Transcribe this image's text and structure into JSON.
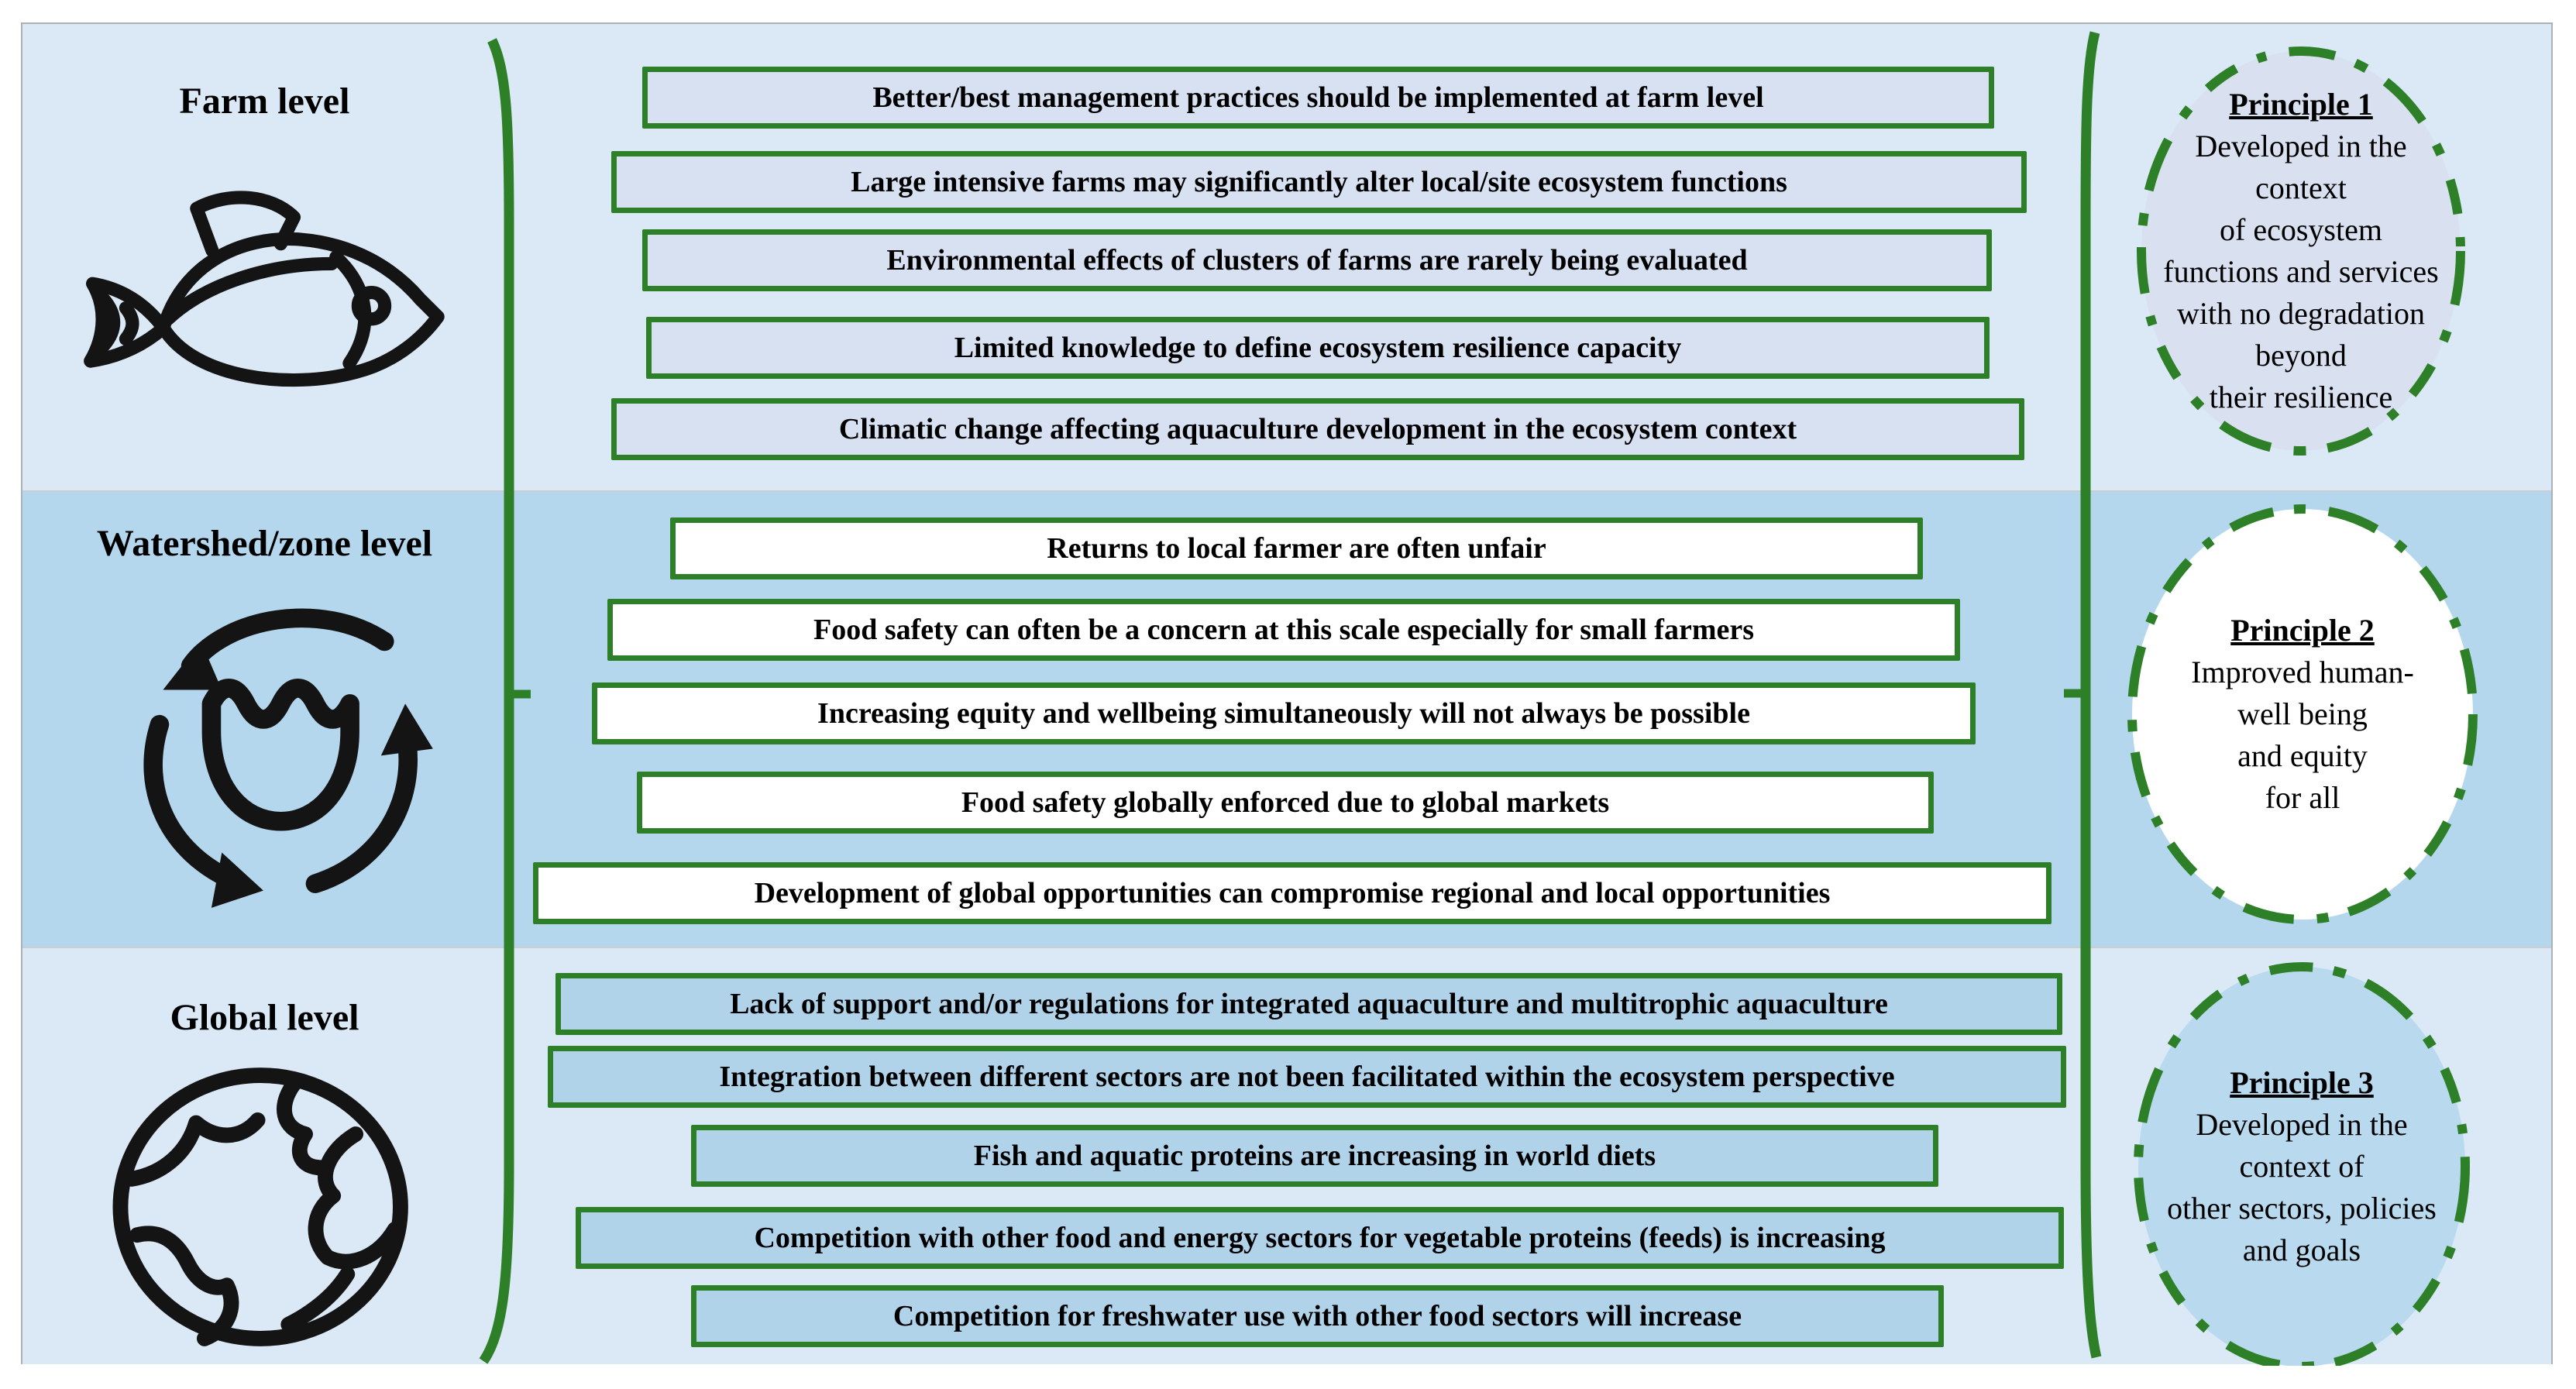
{
  "figure": {
    "type": "three-level aquaculture ecosystem diagram",
    "colors": {
      "green": "#2e8028",
      "band_light": "#dbe9f6",
      "band_medium": "#b4d7ee",
      "farm_box_fill": "#d7e1f1",
      "watershed_box_fill": "#ffffff",
      "global_box_fill": "#b1d3ea",
      "ink": "#000000"
    }
  },
  "bands": [
    {
      "label": "Farm level",
      "icon": "fish-icon",
      "boxes": [
        "Better/best management practices should be implemented at farm level",
        "Large intensive farms may significantly alter local/site ecosystem functions",
        "Environmental effects of clusters of farms are rarely being evaluated",
        "Limited knowledge to define ecosystem resilience capacity",
        "Climatic change affecting aquaculture development in the ecosystem context"
      ]
    },
    {
      "label": "Watershed/zone level",
      "icon": "water-cycle-icon",
      "boxes": [
        "Returns to local farmer are often unfair",
        "Food safety can often be a concern at this scale especially for small farmers",
        "Increasing equity and wellbeing simultaneously will not always be possible",
        "Food safety globally enforced due to global markets",
        "Development of global opportunities can compromise regional and local opportunities"
      ]
    },
    {
      "label": "Global level",
      "icon": "globe-icon",
      "boxes": [
        "Lack of support and/or regulations for integrated aquaculture and multitrophic aquaculture",
        "Integration between different sectors are not been facilitated within the ecosystem perspective",
        "Fish and aquatic proteins are increasing in world diets",
        "Competition with other food and energy sectors for vegetable proteins (feeds) is increasing",
        "Competition for freshwater use with other food sectors will increase"
      ]
    }
  ],
  "principles": [
    {
      "title": "Principle 1",
      "fill": "#d9e1f0",
      "lines": [
        "Developed in the",
        "context",
        "of ecosystem",
        "functions and services",
        "with no degradation",
        "beyond",
        "their resilience"
      ]
    },
    {
      "title": "Principle 2",
      "fill": "#ffffff",
      "lines": [
        "Improved human-",
        "well being",
        "and equity",
        "for all"
      ]
    },
    {
      "title": "Principle 3",
      "fill": "#b9d9ee",
      "lines": [
        "Developed in the",
        "context of",
        "other sectors, policies",
        "and goals"
      ]
    }
  ]
}
